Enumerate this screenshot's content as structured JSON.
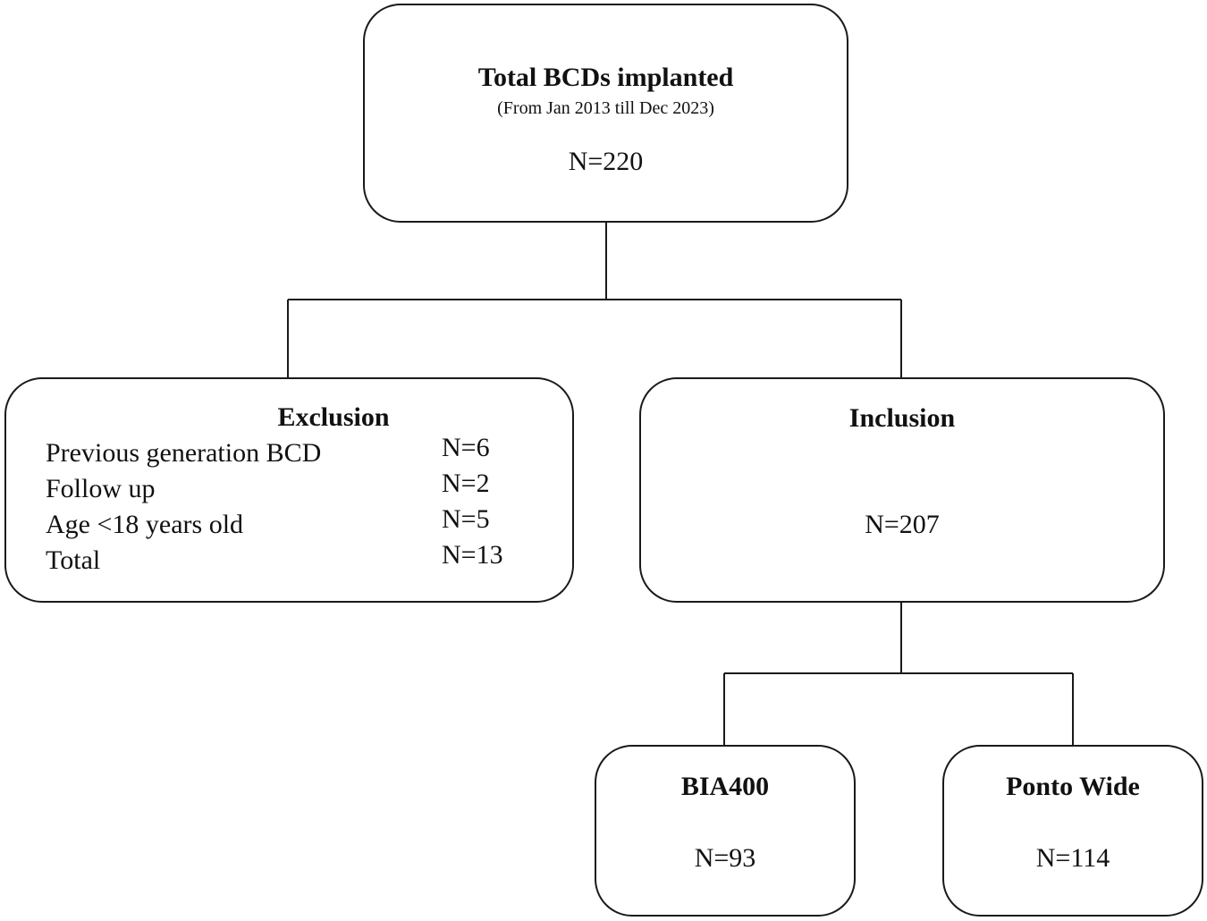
{
  "top": {
    "title": "Total BCDs implanted",
    "subtitle": "(From Jan 2013 till Dec 2023)",
    "count": "N=220"
  },
  "exclusion": {
    "title": "Exclusion",
    "rows": [
      {
        "label": "Previous generation BCD",
        "value": "N=6"
      },
      {
        "label": "Follow up",
        "value": "N=2"
      },
      {
        "label": "Age <18 years old",
        "value": "N=5"
      },
      {
        "label": "Total",
        "value": "N=13"
      }
    ]
  },
  "inclusion": {
    "title": "Inclusion",
    "count": "N=207"
  },
  "bia400": {
    "title": "BIA400",
    "count": "N=93"
  },
  "ponto": {
    "title": "Ponto Wide",
    "count": "N=114"
  },
  "colors": {
    "line": "#1a1a1a",
    "background": "#ffffff"
  }
}
